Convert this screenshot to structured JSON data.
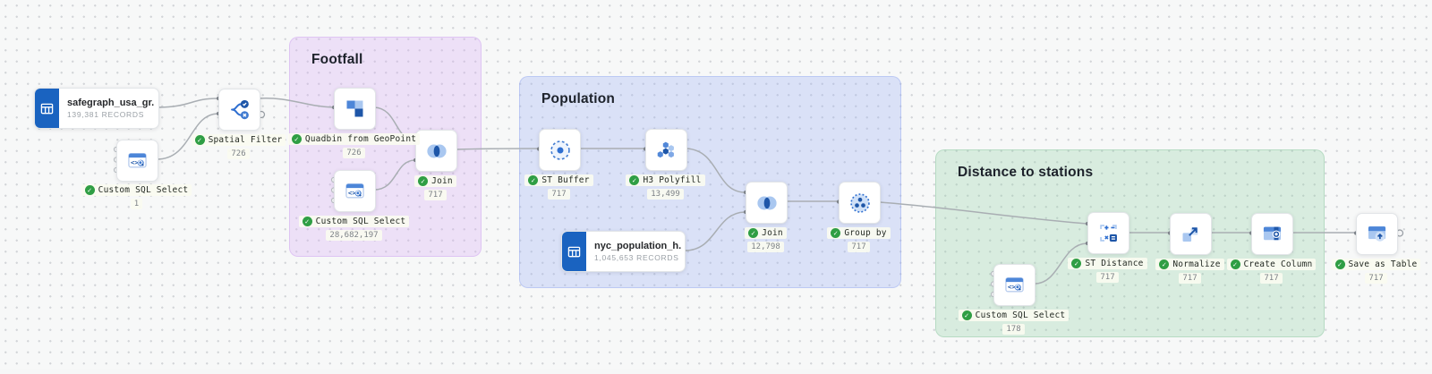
{
  "canvas": {
    "type": "workflow-canvas"
  },
  "icons": {
    "check": "✓"
  },
  "groups": [
    {
      "title": "Footfall"
    },
    {
      "title": "Population"
    },
    {
      "title": "Distance to stations"
    }
  ],
  "nodes": [
    {
      "id": "source-safegraph",
      "type": "source-table",
      "name": "safegraph_usa_gr...",
      "records": "139,381 RECORDS"
    },
    {
      "id": "custom-sql-select-1",
      "type": "custom-sql-select",
      "label": "Custom SQL Select",
      "count": "1",
      "status": "success"
    },
    {
      "id": "spatial-filter",
      "type": "spatial-filter",
      "label": "Spatial Filter",
      "count": "726",
      "status": "success"
    },
    {
      "id": "quadbin-from-geopoint",
      "type": "quadbin-from-geopoint",
      "label": "Quadbin from GeoPoint",
      "count": "726",
      "status": "success"
    },
    {
      "id": "custom-sql-select-2",
      "type": "custom-sql-select",
      "label": "Custom SQL Select",
      "count": "28,682,197",
      "status": "success"
    },
    {
      "id": "join-1",
      "type": "join",
      "label": "Join",
      "count": "717",
      "status": "success"
    },
    {
      "id": "st-buffer",
      "type": "st-buffer",
      "label": "ST Buffer",
      "count": "717",
      "status": "success"
    },
    {
      "id": "h3-polyfill",
      "type": "h3-polyfill",
      "label": "H3 Polyfill",
      "count": "13,499",
      "status": "success"
    },
    {
      "id": "source-nyc-population",
      "type": "source-table",
      "name": "nyc_population_h...",
      "records": "1,045,653 RECORDS"
    },
    {
      "id": "join-2",
      "type": "join",
      "label": "Join",
      "count": "12,798",
      "status": "success"
    },
    {
      "id": "group-by",
      "type": "group-by",
      "label": "Group by",
      "count": "717",
      "status": "success"
    },
    {
      "id": "custom-sql-select-3",
      "type": "custom-sql-select",
      "label": "Custom SQL Select",
      "count": "178",
      "status": "success"
    },
    {
      "id": "st-distance",
      "type": "st-distance",
      "label": "ST Distance",
      "count": "717",
      "status": "success"
    },
    {
      "id": "normalize",
      "type": "normalize",
      "label": "Normalize",
      "count": "717",
      "status": "success"
    },
    {
      "id": "create-column",
      "type": "create-column",
      "label": "Create Column",
      "count": "717",
      "status": "success"
    },
    {
      "id": "save-as-table",
      "type": "save-as-table",
      "label": "Save as Table",
      "count": "717",
      "status": "success"
    }
  ],
  "colors": {
    "primary_blue": "#1a63c0",
    "icon_blue_dark": "#1e56a8",
    "icon_blue_mid": "#4d86d8",
    "icon_blue_light": "#a9c7f0",
    "success_green": "#2f9e44",
    "edge_gray": "#a9aeb3",
    "group_footfall": "#eee2f7",
    "group_population": "#dde3f7",
    "group_distance": "#d9ecdf"
  }
}
